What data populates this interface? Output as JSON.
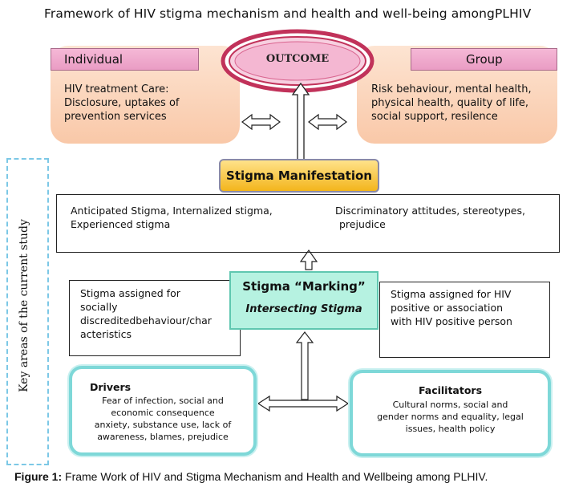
{
  "title": "Framework of HIV stigma mechanism and health and well-being amongPLHIV",
  "outcome": "OUTCOME",
  "individual": {
    "header": "Individual",
    "lines": [
      "HIV treatment Care:",
      "Disclosure, uptakes of",
      "prevention services"
    ]
  },
  "group": {
    "header": "Group",
    "lines": [
      "Risk behaviour, mental health,",
      "physical health, quality of life,",
      "social support, resilence"
    ]
  },
  "manifestation": {
    "label": "Stigma Manifestation",
    "left_lines": [
      "Anticipated Stigma, Internalized stigma,",
      "Experienced stigma"
    ],
    "right_lines": [
      "Discriminatory attitudes, stereotypes,",
      "prejudice"
    ]
  },
  "marking": {
    "label": "Stigma “Marking”",
    "sublabel": "Intersecting Stigma",
    "left_lines": [
      "Stigma assigned for",
      "socially",
      "discreditedbehaviour/char",
      "acteristics"
    ],
    "right_lines": [
      "Stigma assigned for HIV",
      "positive or association",
      "with HIV positive person"
    ]
  },
  "drivers": {
    "header": "Drivers",
    "lines": [
      "Fear of infection, social and",
      "economic consequence",
      "anxiety, substance use, lack of",
      "awareness, blames, prejudice"
    ]
  },
  "facilitators": {
    "header": "Facilitators",
    "lines": [
      "Cultural norms, social and",
      "gender norms and equality, legal",
      "issues, health policy"
    ]
  },
  "key_areas": "Key areas of the current study",
  "caption": {
    "label": "Figure 1:",
    "text": " Frame Work of HIV and Stigma Mechanism and Health and Wellbeing among PLHIV."
  }
}
